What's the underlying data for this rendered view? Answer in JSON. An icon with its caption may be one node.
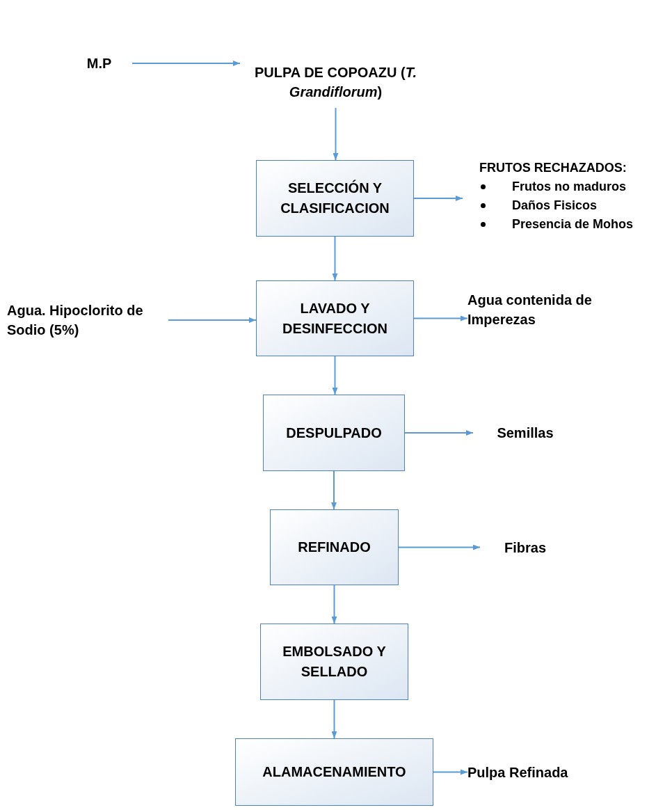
{
  "diagram": {
    "nodes": [
      {
        "text": [
          "M.P"
        ]
      },
      {
        "text": [
          "PULPA DE COPOAZU (*T. Grandiflorum*)"
        ]
      },
      {
        "text": [
          "SELECCIÓN Y CLASIFICACION"
        ]
      },
      {
        "text": [
          "FRUTOS RECHAZADOS:",
          "Frutos no maduros",
          "Daños Fisicos",
          "Presencia de Mohos"
        ]
      },
      {
        "text": [
          "Agua. Hipoclorito de Sodio (5%)"
        ]
      },
      {
        "text": [
          "LAVADO Y DESINFECCION"
        ]
      },
      {
        "text": [
          "Agua contenida de Imperezas"
        ]
      },
      {
        "text": [
          "DESPULPADO"
        ]
      },
      {
        "text": [
          "Semillas"
        ]
      },
      {
        "text": [
          "REFINADO"
        ]
      },
      {
        "text": [
          "Fibras"
        ]
      },
      {
        "text": [
          "EMBOLSADO Y SELLADO"
        ]
      },
      {
        "text": [
          "ALAMACENAMIENTO"
        ]
      },
      {
        "text": [
          "Pulpa Refinada"
        ]
      }
    ],
    "edges": [
      {
        "from": 0,
        "to": 1,
        "arrow": "to"
      },
      {
        "from": 1,
        "to": 2,
        "arrow": "to"
      },
      {
        "from": 2,
        "to": 3,
        "arrow": "to"
      },
      {
        "from": 2,
        "to": 5,
        "arrow": "to"
      },
      {
        "from": 4,
        "to": 5,
        "arrow": "to"
      },
      {
        "from": 5,
        "to": 6,
        "arrow": "to"
      },
      {
        "from": 5,
        "to": 7,
        "arrow": "to"
      },
      {
        "from": 7,
        "to": 8,
        "arrow": "to"
      },
      {
        "from": 7,
        "to": 9,
        "arrow": "to"
      },
      {
        "from": 9,
        "to": 10,
        "arrow": "to"
      },
      {
        "from": 9,
        "to": 11,
        "arrow": "to"
      },
      {
        "from": 11,
        "to": 12,
        "arrow": "to"
      },
      {
        "from": 12,
        "to": 13,
        "arrow": "to"
      }
    ]
  }
}
